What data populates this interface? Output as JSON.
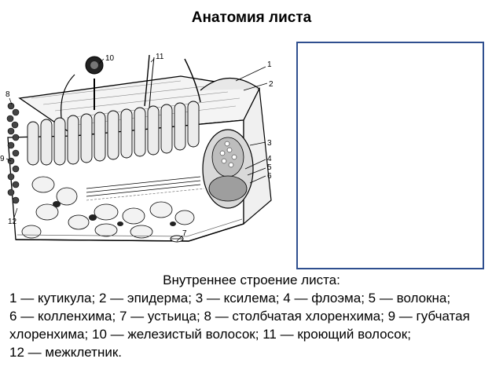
{
  "title": "Анатомия листа",
  "figure": {
    "callouts": [
      "1",
      "2",
      "3",
      "4",
      "5",
      "6",
      "7",
      "8",
      "9",
      "10",
      "11",
      "12"
    ]
  },
  "caption": {
    "heading": "Внутреннее строение листа:",
    "items": [
      {
        "num": "1",
        "text": "кутикула"
      },
      {
        "num": "2",
        "text": "эпидерма"
      },
      {
        "num": "3",
        "text": "ксилема"
      },
      {
        "num": "4",
        "text": "флоэма"
      },
      {
        "num": "5",
        "text": "волокна"
      },
      {
        "num": "6",
        "text": "колленхима"
      },
      {
        "num": "7",
        "text": "устьица"
      },
      {
        "num": "8",
        "text": "столбчатая хлоренхима"
      },
      {
        "num": "9",
        "text": "губчатая хлоренхима"
      },
      {
        "num": "10",
        "text": "железистый волосок"
      },
      {
        "num": "11",
        "text": "кроющий волосок"
      },
      {
        "num": "12",
        "text": "межклетник"
      }
    ],
    "dash": "—"
  }
}
